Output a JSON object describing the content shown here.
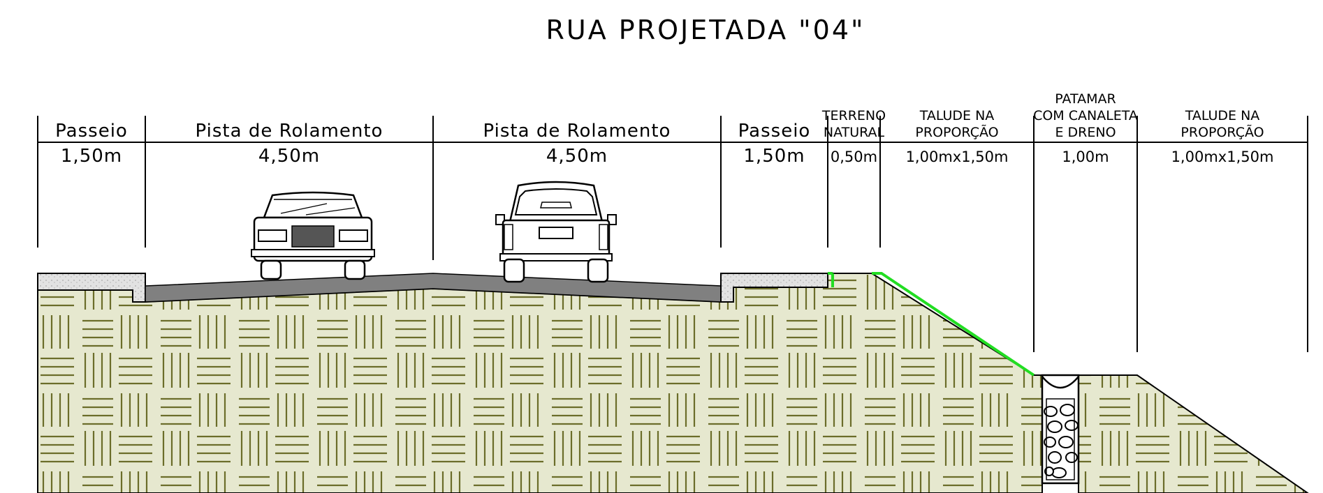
{
  "title": "RUA PROJETADA \"04\"",
  "columns": [
    {
      "label_lines": [
        "Passeio"
      ],
      "value": "1,50m",
      "style": "large"
    },
    {
      "label_lines": [
        "Pista de Rolamento"
      ],
      "value": "4,50m",
      "style": "large"
    },
    {
      "label_lines": [
        "Pista de Rolamento"
      ],
      "value": "4,50m",
      "style": "large"
    },
    {
      "label_lines": [
        "Passeio"
      ],
      "value": "1,50m",
      "style": "large"
    },
    {
      "label_lines": [
        "TERRENO",
        "NATURAL"
      ],
      "value": "0,50m",
      "style": "small"
    },
    {
      "label_lines": [
        "TALUDE NA",
        "PROPORÇÃO"
      ],
      "value": "1,00mx1,50m",
      "style": "small"
    },
    {
      "label_lines": [
        "PATAMAR",
        "COM CANALETA",
        "E DRENO"
      ],
      "value": "1,00m",
      "style": "small"
    },
    {
      "label_lines": [
        "TALUDE NA",
        "PROPORÇÃO"
      ],
      "value": "1,00mx1,50m",
      "style": "small"
    }
  ],
  "vehicles": [
    {
      "view": "front",
      "icon": "car-front-icon"
    },
    {
      "view": "rear",
      "icon": "car-rear-icon"
    }
  ],
  "colors": {
    "soil_fill": "#e6e8cf",
    "soil_hatch": "#6b6d2a",
    "pavement": "#808080",
    "sidewalk": "#d8d8d8",
    "grass_slope": "#22dd22",
    "line": "#000000"
  }
}
